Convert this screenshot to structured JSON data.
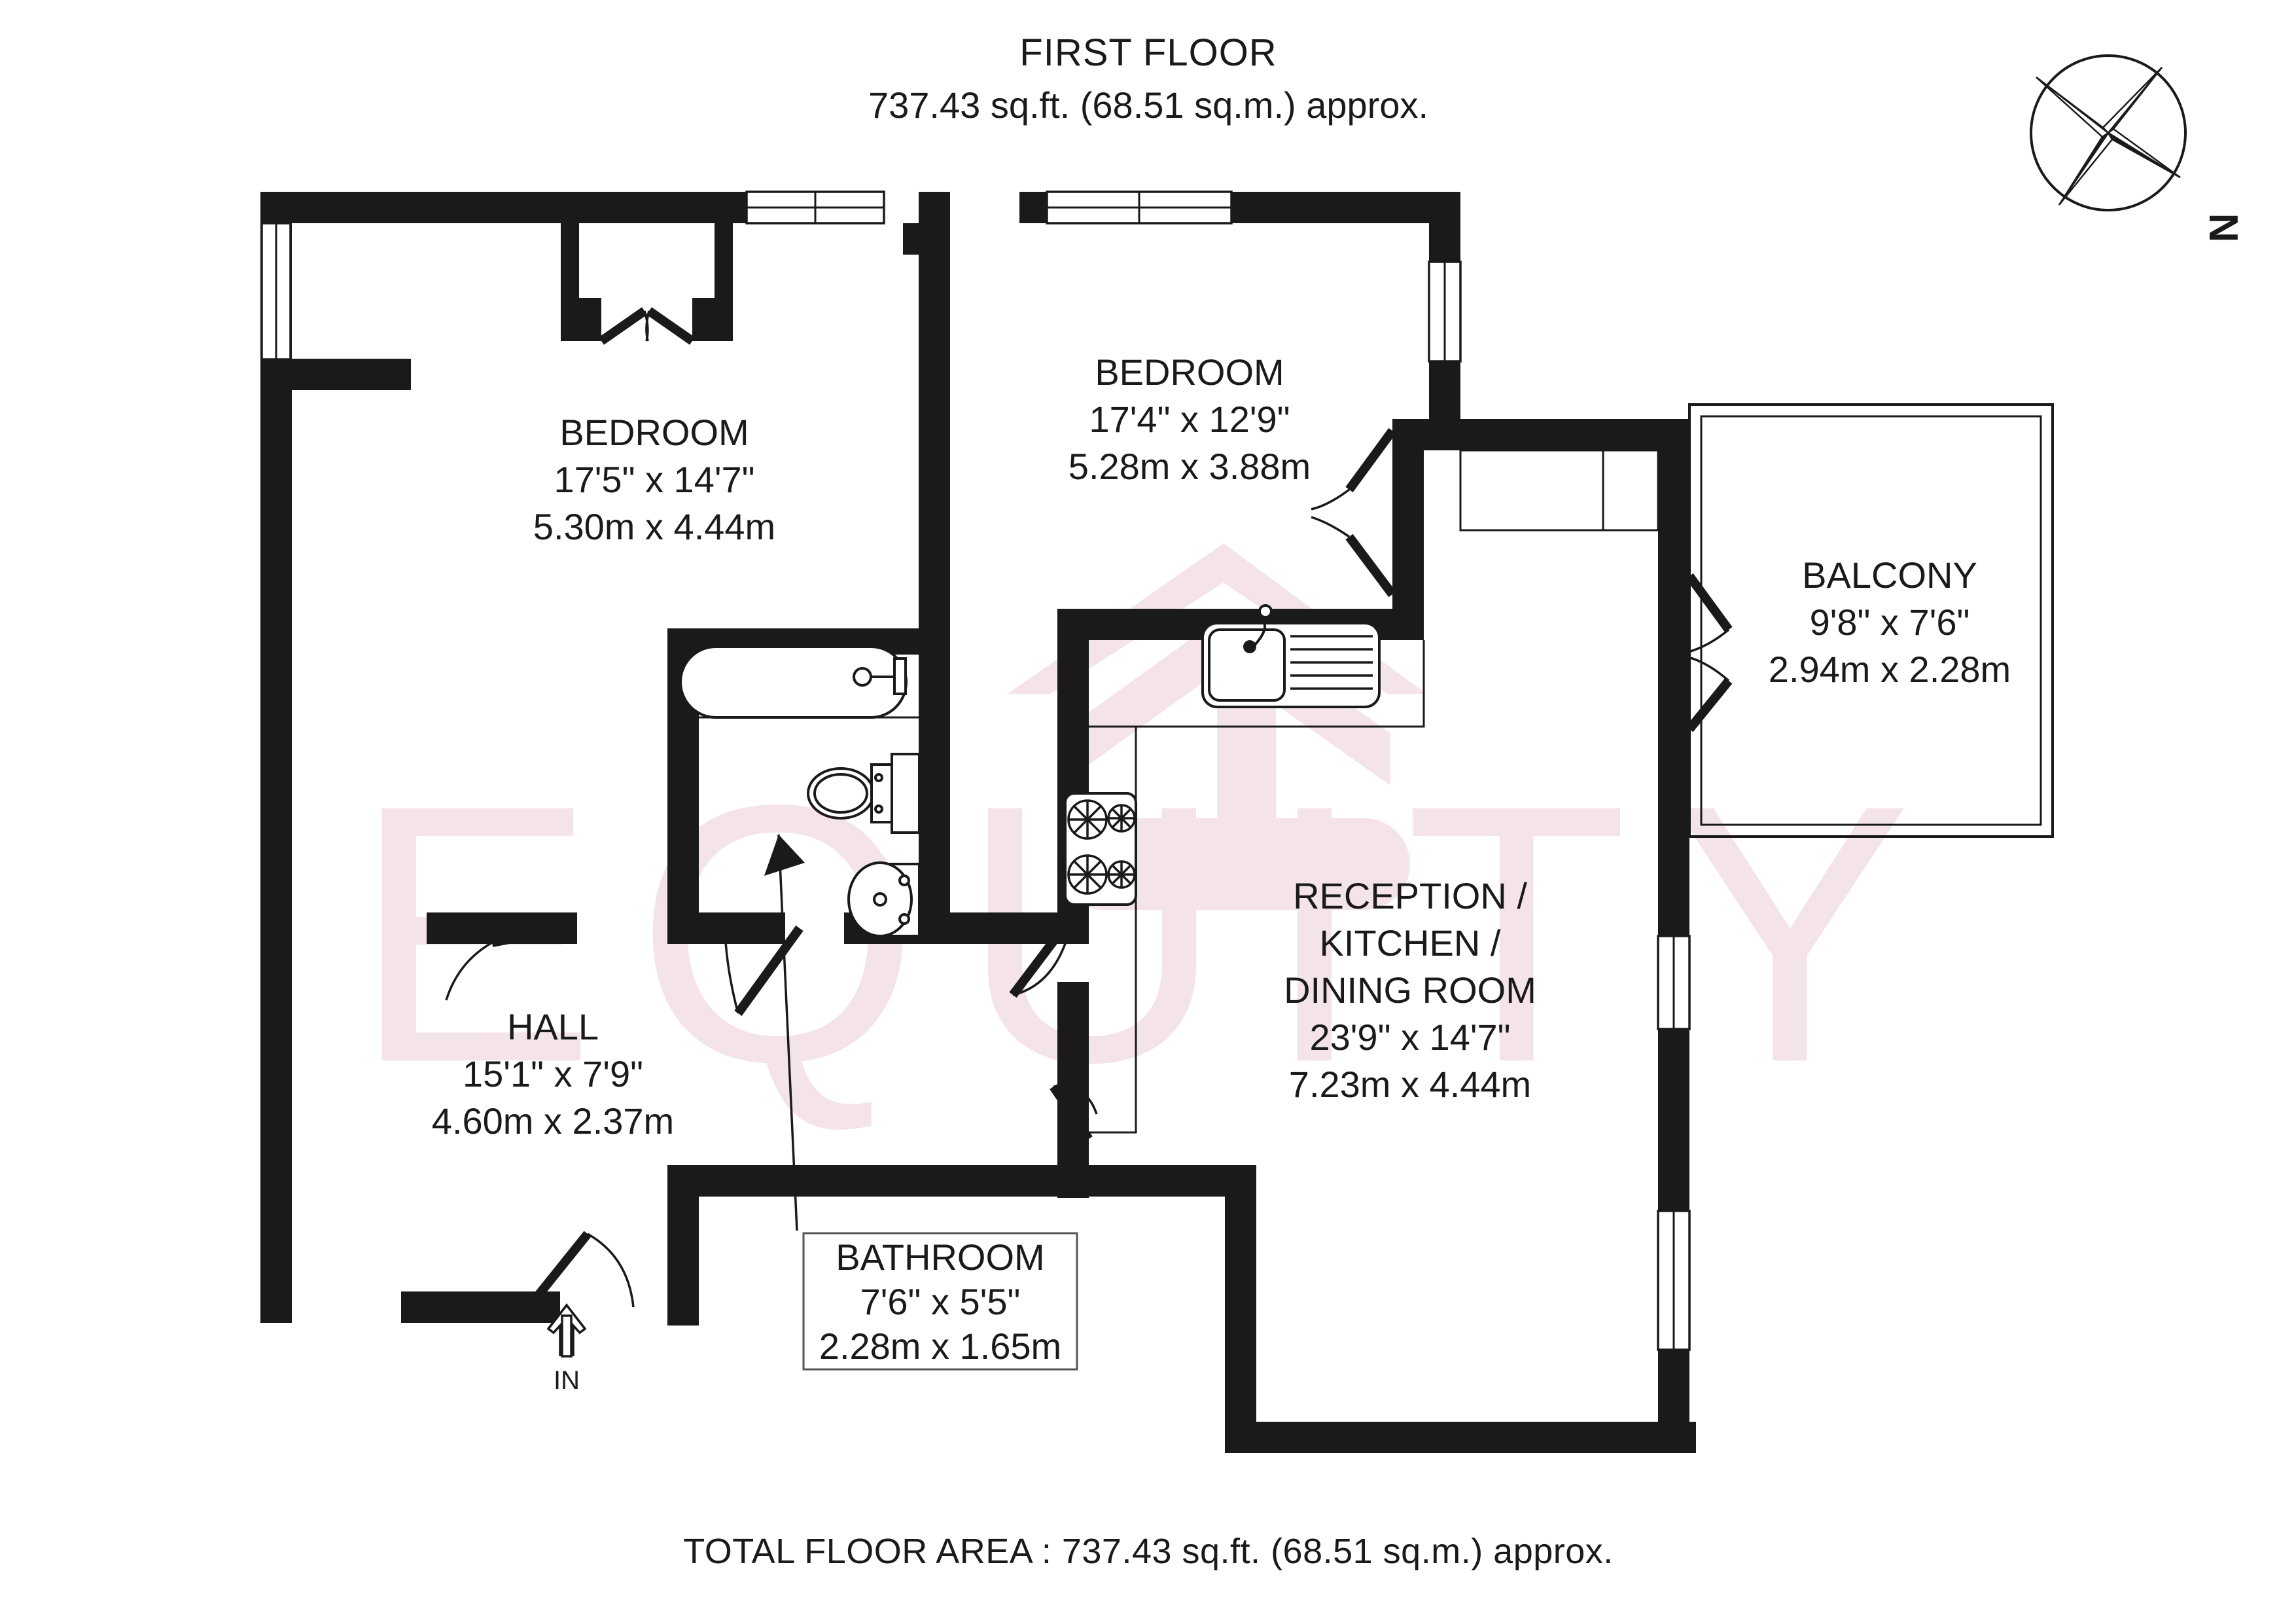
{
  "header": {
    "title": "FIRST FLOOR",
    "area_line": "737.43 sq.ft. (68.51 sq.m.) approx."
  },
  "footer": {
    "total_area": "TOTAL FLOOR AREA : 737.43 sq.ft. (68.51 sq.m.) approx."
  },
  "compass": {
    "north_label": "N",
    "icon": "compass-rose-icon"
  },
  "watermark": {
    "text": "EQUITY",
    "color": "#f4e4e8"
  },
  "entrance": {
    "label": "IN",
    "icon": "entrance-arrow-icon"
  },
  "rooms": [
    {
      "id": "bedroom-left",
      "name": "BEDROOM",
      "dim_imperial": "17'5\" x 14'7\"",
      "dim_metric": "5.30m x 4.44m"
    },
    {
      "id": "bedroom-top",
      "name": "BEDROOM",
      "dim_imperial": "17'4\" x 12'9\"",
      "dim_metric": "5.28m x 3.88m"
    },
    {
      "id": "balcony",
      "name": "BALCONY",
      "dim_imperial": "9'8\" x 7'6\"",
      "dim_metric": "2.94m x 2.28m"
    },
    {
      "id": "reception-kitchen-dining",
      "name_line1": "RECEPTION /",
      "name_line2": "KITCHEN /",
      "name_line3": "DINING ROOM",
      "dim_imperial": "23'9\" x 14'7\"",
      "dim_metric": "7.23m x 4.44m"
    },
    {
      "id": "hall",
      "name": "HALL",
      "dim_imperial": "15'1\" x 7'9\"",
      "dim_metric": "4.60m x 2.37m"
    },
    {
      "id": "bathroom",
      "name": "BATHROOM",
      "dim_imperial": "7'6\" x 5'5\"",
      "dim_metric": "2.28m x 1.65m"
    }
  ],
  "fixtures": [
    {
      "id": "bathtub",
      "icon": "bathtub-icon"
    },
    {
      "id": "toilet",
      "icon": "toilet-icon"
    },
    {
      "id": "basin",
      "icon": "wash-basin-icon"
    },
    {
      "id": "kitchen-sink",
      "icon": "kitchen-sink-icon"
    },
    {
      "id": "hob",
      "icon": "cooker-hob-icon"
    }
  ],
  "colors": {
    "wall": "#1a1a1a",
    "paper": "#ffffff",
    "watermark": "#f4e4e8",
    "text": "#1a1a1a"
  }
}
